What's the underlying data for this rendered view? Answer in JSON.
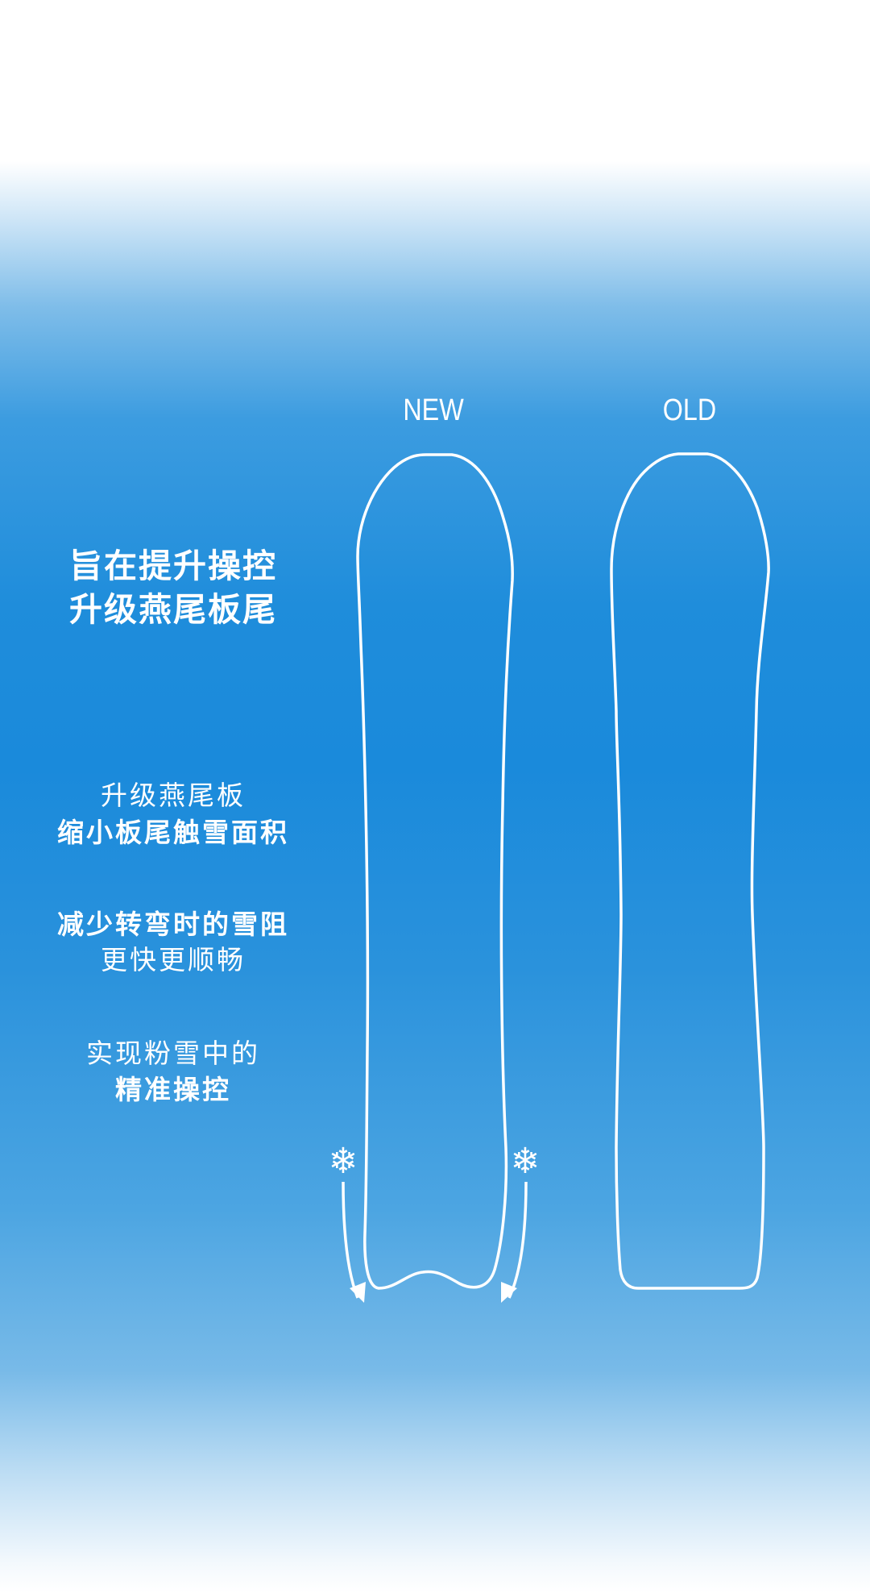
{
  "headline": {
    "line1": "旨在提升操控",
    "line2": "升级燕尾板尾"
  },
  "features": [
    {
      "line1": "升级燕尾板",
      "line2": "缩小板尾触雪面积"
    },
    {
      "line1": "减少转弯时的雪阻",
      "line2": "更快更顺畅"
    },
    {
      "line1": "实现粉雪中的",
      "line2": "精准操控"
    }
  ],
  "boards": {
    "new_label": "NEW",
    "old_label": "OLD"
  },
  "icons": {
    "snowflake": "snowflake-icon",
    "arrow": "curved-arrow-icon"
  },
  "colors": {
    "accent": "#1a8adb",
    "outline": "#ffffff"
  }
}
